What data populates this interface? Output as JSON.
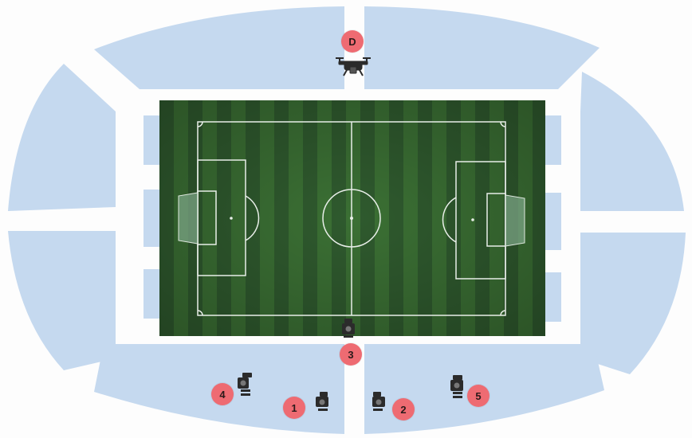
{
  "colors": {
    "stand": "#c5d9ef",
    "pitch_dark": "#2f5a2e",
    "pitch_light": "#3f7a38",
    "lines": "#e8eee8",
    "marker": "#ee6b72",
    "camera": "#2b2b2b"
  },
  "markers": [
    {
      "id": "D",
      "label": "D",
      "icon": "drone-icon"
    },
    {
      "id": "1",
      "label": "1",
      "icon": "camera-icon"
    },
    {
      "id": "2",
      "label": "2",
      "icon": "camera-icon"
    },
    {
      "id": "3",
      "label": "3",
      "icon": "camera-icon"
    },
    {
      "id": "4",
      "label": "4",
      "icon": "camera-icon"
    },
    {
      "id": "5",
      "label": "5",
      "icon": "camera-icon"
    }
  ]
}
